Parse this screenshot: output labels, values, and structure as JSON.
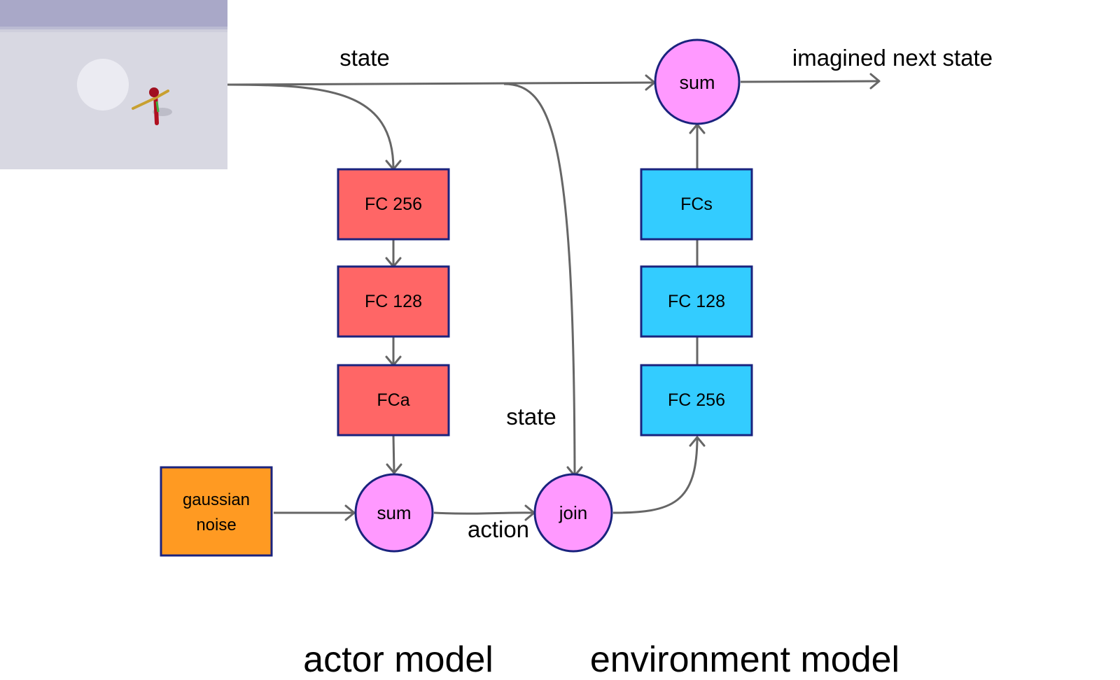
{
  "actor": {
    "layers": [
      "FC 256",
      "FC 128",
      "FCa"
    ],
    "noise_label": [
      "gaussian",
      "noise"
    ],
    "sum_label": "sum",
    "caption": "actor model"
  },
  "environment": {
    "layers": [
      "FCs",
      "FC 128",
      "FC 256"
    ],
    "join_label": "join",
    "sum_label": "sum",
    "caption": "environment model"
  },
  "edge_labels": {
    "state_top": "state",
    "state_mid": "state",
    "action": "action",
    "imagined": "imagined next state"
  },
  "colors": {
    "actor_box": "#ff6666",
    "env_box": "#33ccff",
    "noise_box": "#ff9a22",
    "node_fill": "#ff99ff",
    "outline": "#1a237e",
    "edge": "#666666"
  },
  "scene_thumbnail": {
    "description_icon": "simulation-render-icon"
  }
}
